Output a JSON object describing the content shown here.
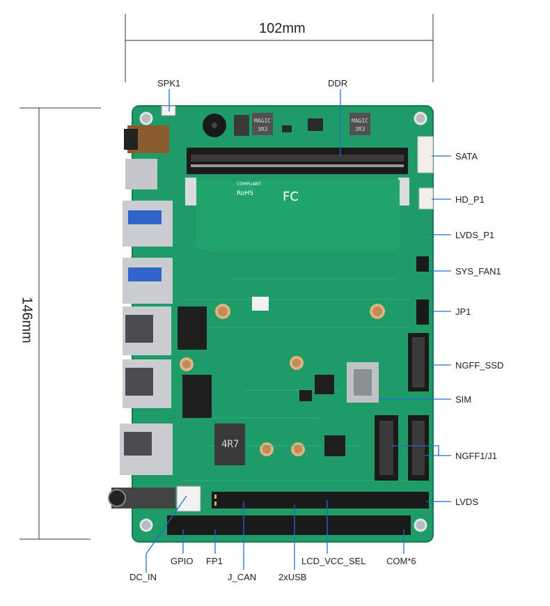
{
  "dimensions": {
    "width": "102mm",
    "height": "146mm"
  },
  "labels": {
    "spk1": "SPK1",
    "ddr": "DDR",
    "sata": "SATA",
    "hd_p1": "HD_P1",
    "lvds_p1": "LVDS_P1",
    "sys_fan1": "SYS_FAN1",
    "jp1": "JP1",
    "ngff_ssd": "NGFF_SSD",
    "sim": "SIM",
    "ngff1_j1": "NGFF1/J1",
    "lvds": "LVDS",
    "dc_in": "DC_IN",
    "gpio": "GPIO",
    "fp1": "FP1",
    "j_can": "J_CAN",
    "usb2x": "2xUSB",
    "lcd_vcc_sel": "LCD_VCC_SEL",
    "com6": "COM*6"
  },
  "silkscreen": {
    "magic1": "MAGIC",
    "inductor1": "3R3",
    "magic2": "MAGIC",
    "inductor2": "3R3",
    "choke": "4R7",
    "rohs": "RoHS",
    "fc": "FC",
    "compliant": "COMPLIANT"
  },
  "colors": {
    "pcb": "#1f9b67",
    "pcb_dark": "#157a50",
    "trace": "#2fb57b",
    "connector": "#1a1a1a",
    "metal": "#c9ccd0",
    "leader": "#1d6fd1",
    "dim_line": "#333333"
  }
}
